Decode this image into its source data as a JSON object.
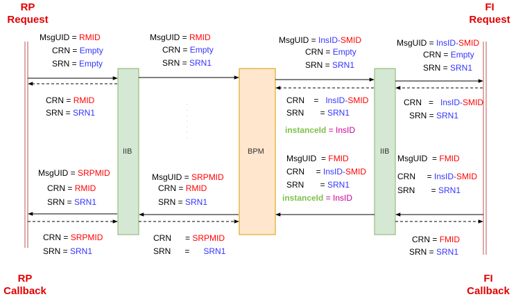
{
  "actors": {
    "rp_request": [
      "RP",
      "Request"
    ],
    "fi_request": [
      "FI",
      "Request"
    ],
    "rp_callback": [
      "RP",
      "Callback"
    ],
    "fi_callback": [
      "FI",
      "Callback"
    ]
  },
  "boxes": {
    "iib_left": "IIB",
    "bpm": "BPM",
    "iib_right": "IIB"
  },
  "labels": {
    "l1": [
      "MsgUID = ",
      "RMID"
    ],
    "l2": [
      "CRN = ",
      "Empty"
    ],
    "l3": [
      "SRN = ",
      "Empty"
    ],
    "l4": [
      "MsgUID = ",
      "RMID"
    ],
    "l5": [
      "CRN = ",
      "Empty"
    ],
    "l6": [
      "SRN = ",
      "SRN1"
    ],
    "l7": [
      "MsgUID = ",
      "InsID-",
      "SMID"
    ],
    "l8": [
      "CRN = ",
      "Empty"
    ],
    "l9": [
      "SRN = ",
      "SRN1"
    ],
    "l10": [
      "MsgUID = ",
      "InsID-",
      "SMID"
    ],
    "l11": [
      "CRN = ",
      "Empty"
    ],
    "l12": [
      "SRN = ",
      "SRN1"
    ],
    "r1": [
      "CRN = ",
      "RMID"
    ],
    "r2": [
      "SRN = ",
      "SRN1"
    ],
    "r3": [
      "CRN    =   ",
      "InsID-",
      "SMID"
    ],
    "r4": [
      "SRN       = ",
      "SRN1"
    ],
    "r5": [
      "instanceId",
      " = ",
      "InsID"
    ],
    "r6": [
      "CRN   =   ",
      "InsID-",
      "SMID"
    ],
    "r7": [
      "SRN = ",
      "SRN1"
    ],
    "c1": [
      "MsgUID = ",
      "SRPMID"
    ],
    "c2": [
      "CRN = ",
      "RMID"
    ],
    "c3": [
      "SRN = ",
      "SRN1"
    ],
    "c4": [
      "MsgUID = ",
      "SRPMID"
    ],
    "c5": [
      "CRN = ",
      "RMID"
    ],
    "c6": [
      "SRN = ",
      "SRN1"
    ],
    "c7": [
      "MsgUID  = ",
      "FMID"
    ],
    "c8": [
      "CRN     = ",
      "InsID-",
      "SMID"
    ],
    "c9": [
      "SRN       = ",
      "SRN1"
    ],
    "c10": [
      "instanceId",
      " = ",
      "InsID"
    ],
    "c11": [
      "MsgUID  = ",
      "FMID"
    ],
    "c12": [
      "CRN     = ",
      "InsID-",
      "SMID"
    ],
    "c13": [
      "SRN       = ",
      "SRN1"
    ],
    "d1": [
      "CRN = ",
      "SRPMID"
    ],
    "d2": [
      "SRN = ",
      "SRN1"
    ],
    "d3": [
      "CRN      = ",
      "SRPMID"
    ],
    "d4": [
      "SRN      =      ",
      "SRN1"
    ],
    "d5": [
      "CRN = ",
      "FMID"
    ],
    "d6": [
      "SRN = ",
      "SRN1"
    ]
  },
  "colors": {
    "actor": "#e10000",
    "iib_fill": "#d5e8d4",
    "iib_stroke": "#82b366",
    "bpm_fill": "#ffe6cc",
    "bpm_stroke": "#d79b00",
    "lifeline": "#b85450"
  }
}
